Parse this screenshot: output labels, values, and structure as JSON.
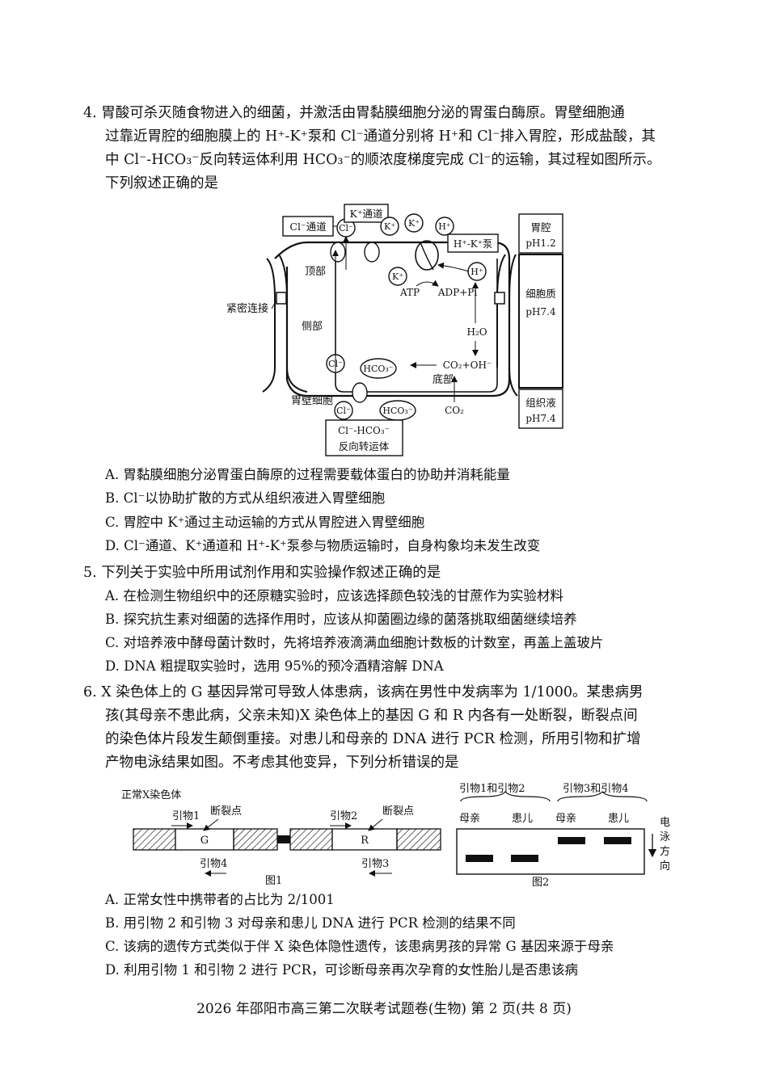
{
  "q4": {
    "lines": [
      "4.  胃酸可杀灭随食物进入的细菌，并激活由胃黏膜细胞分泌的胃蛋白酶原。胃壁细胞通",
      "过靠近胃腔的细胞膜上的 H⁺-K⁺泵和 Cl⁻通道分别将 H⁺和 Cl⁻排入胃腔，形成盐酸，其",
      "中 Cl⁻-HCO₃⁻反向转运体利用 HCO₃⁻的顺浓度梯度完成 Cl⁻的运输，其过程如图所示。",
      "下列叙述正确的是"
    ],
    "figure": {
      "cl_channel": "Cl⁻通道",
      "k_channel": "K⁺通道",
      "hk_pump": "H⁺-K⁺泵",
      "cl_ion": "Cl⁻",
      "k_ion": "K⁺",
      "h_ion": "H⁺",
      "hco3_ion": "HCO₃⁻",
      "top": "顶部",
      "side": "侧部",
      "bottom": "底部",
      "tight_junction": "紧密连接",
      "parietal_cell": "胃壁细胞",
      "atp": "ATP",
      "adp": "ADP+Pi",
      "h2o": "H₂O",
      "co2_oh": "CO₂+OH⁻",
      "co2": "CO₂",
      "antiporter_1": "Cl⁻-HCO₃⁻",
      "antiporter_2": "反向转运体",
      "lumen": "胃腔",
      "lumen_ph": "pH1.2",
      "cytoplasm": "细胞质",
      "cytoplasm_ph": "pH7.4",
      "tissue_fluid": "组织液",
      "tissue_ph": "pH7.4"
    },
    "options": {
      "a": "A.  胃黏膜细胞分泌胃蛋白酶原的过程需要载体蛋白的协助并消耗能量",
      "b": "B.  Cl⁻以协助扩散的方式从组织液进入胃壁细胞",
      "c": "C.  胃腔中 K⁺通过主动运输的方式从胃腔进入胃壁细胞",
      "d": "D.  Cl⁻通道、K⁺通道和 H⁺-K⁺泵参与物质运输时，自身构象均未发生改变"
    }
  },
  "q5": {
    "stem": "5.  下列关于实验中所用试剂作用和实验操作叙述正确的是",
    "options": {
      "a": "A.  在检测生物组织中的还原糖实验时，应该选择颜色较浅的甘蔗作为实验材料",
      "b": "B.  探究抗生素对细菌的选择作用时，应该从抑菌圈边缘的菌落挑取细菌继续培养",
      "c": "C.  对培养液中酵母菌计数时，先将培养液滴满血细胞计数板的计数室，再盖上盖玻片",
      "d": "D.  DNA 粗提取实验时，选用 95%的预冷酒精溶解 DNA"
    }
  },
  "q6": {
    "lines": [
      "6.  X 染色体上的 G 基因异常可导致人体患病，该病在男性中发病率为 1/1000。某患病男",
      "孩(其母亲不患此病，父亲未知)X 染色体上的基因 G 和 R 内各有一处断裂，断裂点间",
      "的染色体片段发生颠倒重接。对患儿和母亲的 DNA 进行 PCR 检测，所用引物和扩增",
      "产物电泳结果如图。不考虑其他变异，下列分析错误的是"
    ],
    "fig1": {
      "title": "正常X染色体",
      "primer1": "引物1",
      "primer2": "引物2",
      "primer3": "引物3",
      "primer4": "引物4",
      "break1": "断裂点",
      "break2": "断裂点",
      "gene_g": "G",
      "gene_r": "R",
      "caption": "图1"
    },
    "fig2": {
      "group1": "引物1和引物2",
      "group2": "引物3和引物4",
      "mother1": "母亲",
      "child1": "患儿",
      "mother2": "母亲",
      "child2": "患儿",
      "direction": [
        "电",
        "泳",
        "方",
        "向"
      ],
      "caption": "图2"
    },
    "options": {
      "a": "A.  正常女性中携带者的占比为 2/1001",
      "b": "B.  用引物 2 和引物 3 对母亲和患儿 DNA 进行 PCR 检测的结果不同",
      "c": "C.  该病的遗传方式类似于伴 X 染色体隐性遗传，该患病男孩的异常 G 基因来源于母亲",
      "d": "D.  利用引物 1 和引物 2 进行 PCR，可诊断母亲再次孕育的女性胎儿是否患该病"
    }
  },
  "footer": "2026 年邵阳市高三第二次联考试题卷(生物)  第 2 页(共 8 页)"
}
